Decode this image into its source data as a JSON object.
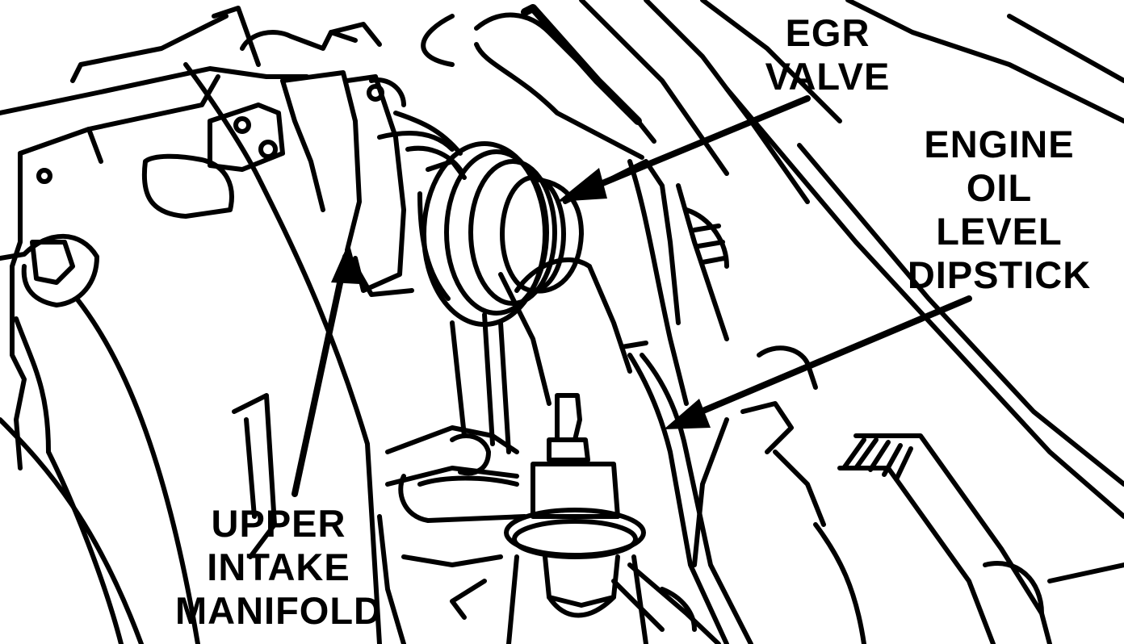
{
  "colors": {
    "ink": "#000000",
    "paper": "#ffffff"
  },
  "labels": {
    "egr_valve": [
      "EGR",
      "VALVE"
    ],
    "dipstick": [
      "ENGINE",
      "OIL",
      "LEVEL",
      "DIPSTICK"
    ],
    "upper_intake_manifold": [
      "UPPER",
      "INTAKE",
      "MANIFOLD"
    ]
  }
}
